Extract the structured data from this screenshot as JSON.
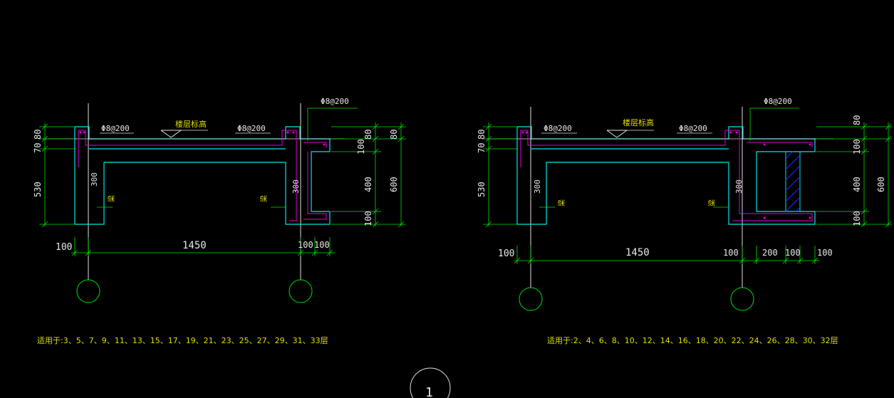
{
  "colors": {
    "background": "#000000",
    "concrete": "#00e5e5",
    "dimension": "#00e000",
    "rebar": "#e000e0",
    "text": "#e8e8e8",
    "note_text": "#dede00",
    "hatch": "#2222ff"
  },
  "left": {
    "dims_left": [
      "80",
      "70",
      "530"
    ],
    "dims_right": [
      "80",
      "100",
      "400",
      "600",
      "100"
    ],
    "rebar_top_left": "Φ8@200",
    "rebar_top_right": "Φ8@200",
    "rebar_lead": "Φ8@200",
    "floor_level": "楼层标高",
    "beam_width_1": "300",
    "beam_width_2": "300",
    "beam_label_1": "梁",
    "beam_label_2": "梁",
    "dims_bottom": [
      "100",
      "1450",
      "100",
      "100"
    ],
    "applies_to": "适用于:3、5、7、9、11、13、15、17、19、21、23、25、27、29、31、33层"
  },
  "right": {
    "dims_left": [
      "80",
      "70",
      "530"
    ],
    "dims_right": [
      "80",
      "100",
      "400",
      "600",
      "100"
    ],
    "rebar_top_left": "Φ8@200",
    "rebar_top_right": "Φ8@200",
    "rebar_lead": "Φ8@200",
    "floor_level": "楼层标高",
    "beam_width_1": "300",
    "beam_width_2": "300",
    "beam_label_1": "梁",
    "beam_label_2": "梁",
    "dims_bottom": [
      "100",
      "1450",
      "100",
      "200",
      "100",
      "100"
    ],
    "applies_to": "适用于:2、4、6、8、10、12、14、16、18、20、22、24、26、28、30、32层"
  },
  "bottom_bubble": "1"
}
